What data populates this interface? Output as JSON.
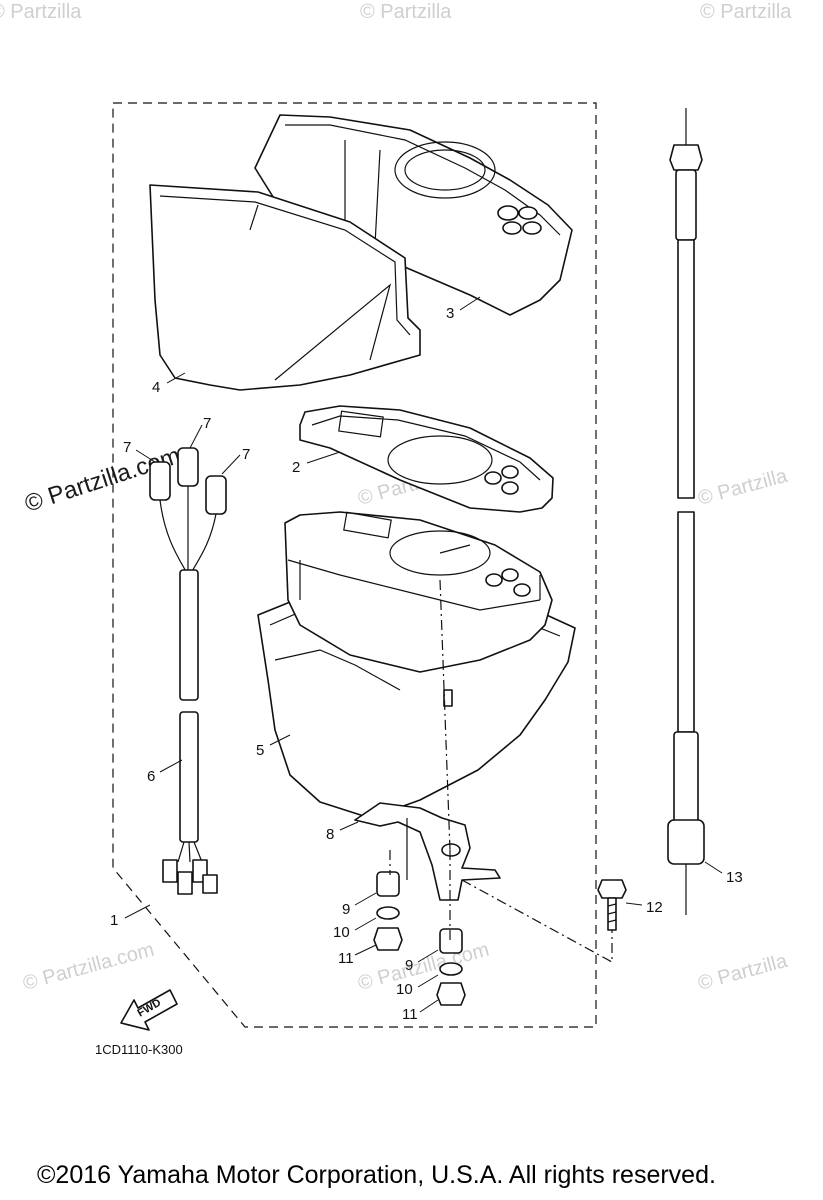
{
  "diagram_code": "1CD1110-K300",
  "copyright": "©2016  Yamaha Motor Corporation, U.S.A. All rights reserved.",
  "fwd_label": "FWD",
  "watermarks": {
    "prominent": "© Partzilla.com",
    "faint": "© Partzilla.com",
    "faint_short": "© Partzilla"
  },
  "callouts": {
    "c1": "1",
    "c2": "2",
    "c3": "3",
    "c4": "4",
    "c5": "5",
    "c6": "6",
    "c7a": "7",
    "c7b": "7",
    "c7c": "7",
    "c8": "8",
    "c9a": "9",
    "c9b": "9",
    "c10a": "10",
    "c10b": "10",
    "c11a": "11",
    "c11b": "11",
    "c12": "12",
    "c13": "13"
  }
}
